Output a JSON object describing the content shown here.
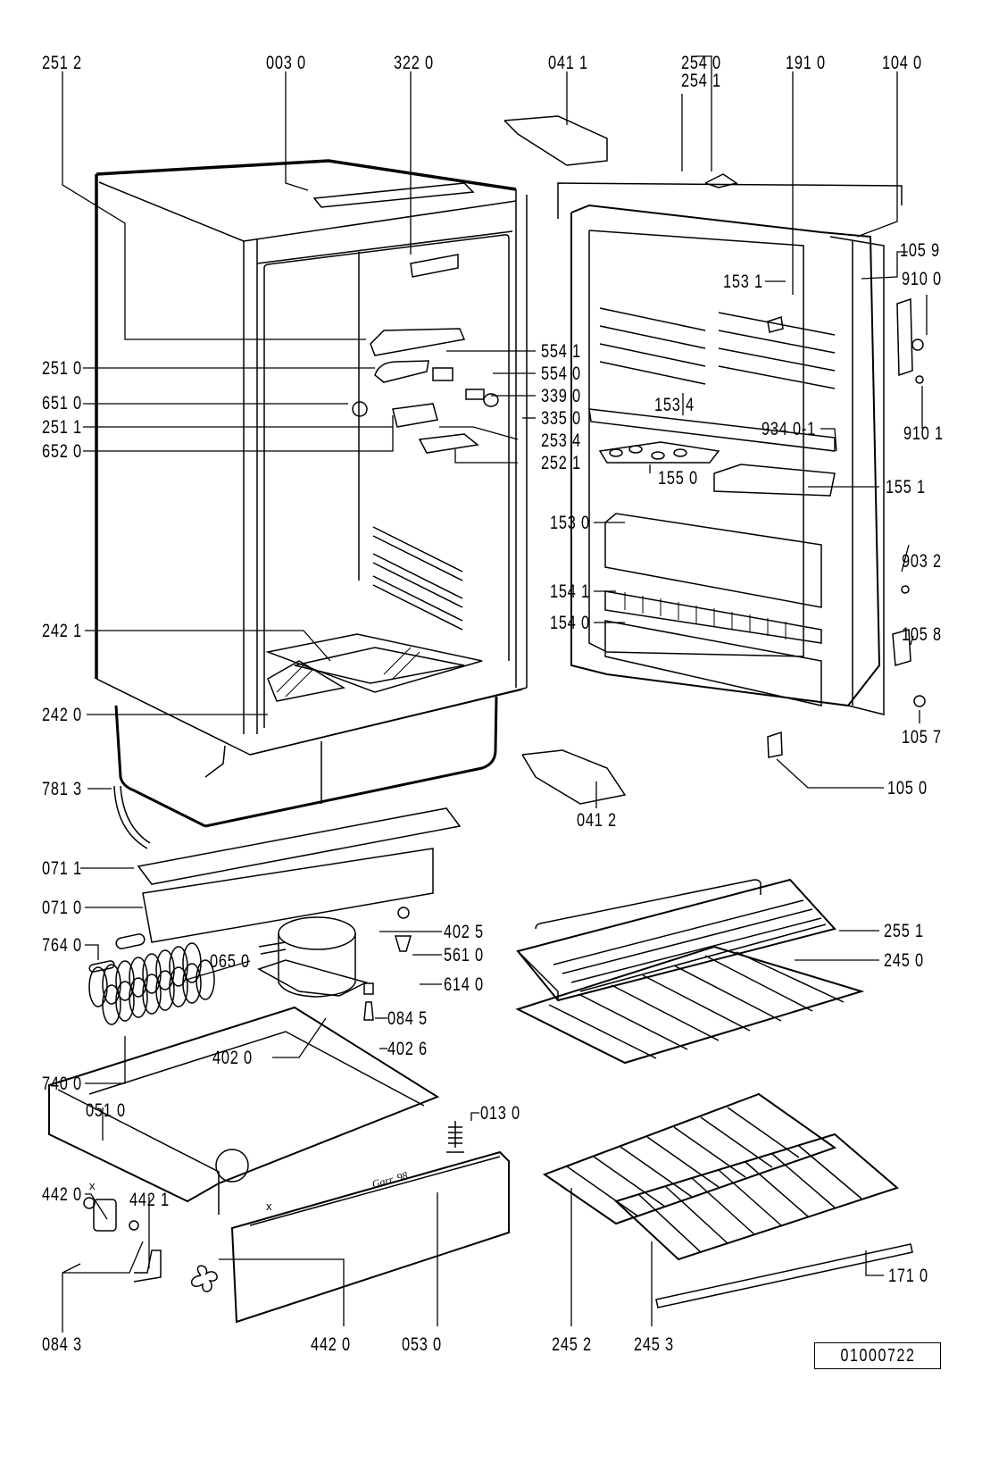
{
  "title": "Refrigerator exploded parts diagram",
  "reference_number": "01000722",
  "signature": "Garr. 98",
  "assembly_marker": "x",
  "labels": {
    "p2512": "251 2",
    "p0030": "003 0",
    "p3220": "322 0",
    "p0411": "041 1",
    "p2540": "254 0",
    "p2541": "254 1",
    "p1910": "191 0",
    "p1040": "104 0",
    "p1059": "105 9",
    "p9100": "910 0",
    "p9101": "910 1",
    "p1531": "153 1",
    "p5541": "554 1",
    "p5540": "554 0",
    "p3390": "339 0",
    "p3350": "335 0",
    "p2534": "253 4",
    "p2521": "252 1",
    "p2510": "251 0",
    "p6510": "651 0",
    "p2511": "251 1",
    "p6520": "652 0",
    "p1534": "153 4",
    "p9340": "934 0-1",
    "p1550": "155 0",
    "p1551": "155 1",
    "p1530": "153 0",
    "p9032": "903 2",
    "p1541": "154 1",
    "p1540": "154 0",
    "p1058": "105 8",
    "p1057": "105 7",
    "p1050": "105 0",
    "p0412": "041 2",
    "p2421": "242 1",
    "p2420": "242 0",
    "p7813": "781 3",
    "p0711": "071 1",
    "p0710": "071 0",
    "p7640": "764 0",
    "p0650": "065 0",
    "p4025": "402 5",
    "p5610": "561 0",
    "p6140": "614 0",
    "p4020": "402 0",
    "p0845": "084 5",
    "p4026": "402 6",
    "p7400": "740 0",
    "p0510": "051 0",
    "p0130": "013 0",
    "p2551": "255 1",
    "p2450": "245 0",
    "p4420a": "442 0",
    "p4421": "442 1",
    "p0843": "084 3",
    "p4420b": "442 0",
    "p0530": "053 0",
    "p2452": "245 2",
    "p2453": "245 3",
    "p1710": "171 0"
  }
}
